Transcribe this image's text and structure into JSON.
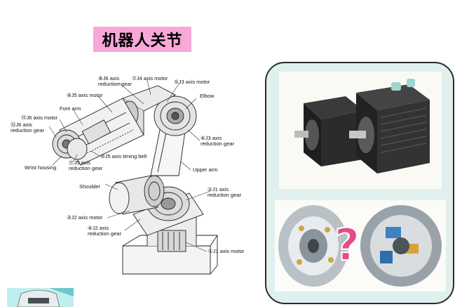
{
  "slide": {
    "title": "机器人关节"
  },
  "diagram": {
    "labels": {
      "j6_reduction_gear": "⑧J6 axis\nreduction gear",
      "j4_motor": "⑦J4 axis motor",
      "j3_motor": "⑤J3 axis motor",
      "j5_motor": "⑨J5 axis motor",
      "elbow": "Elbow",
      "fore_arm": "Fore arm",
      "j6_motor": "⑫J6 axis motor",
      "j6_reduction_gear_2": "⑬J6 axis\nreduction gear",
      "j3_reduction_gear": "⑥J3 axis\nreduction gear",
      "j5_timing_belt": "⑩J5 axis timing belt",
      "wrist_housing": "Wrist housing",
      "j5_reduction_gear": "⑪J5 axis\nreduction gear",
      "upper_arm": "Upper arm",
      "shoulder": "Shoulder",
      "j1_reduction_gear": "②J1 axis\nreduction gear",
      "j2_motor": "③J2 axis motor",
      "j2_reduction_gear": "④J2 axis\nreduction gear",
      "j1_motor": "①J1 axis motor"
    }
  },
  "colors": {
    "title_bg": "#f7a8d8",
    "panel_bg": "#dff0ef",
    "panel_border": "#2a2a2a"
  }
}
